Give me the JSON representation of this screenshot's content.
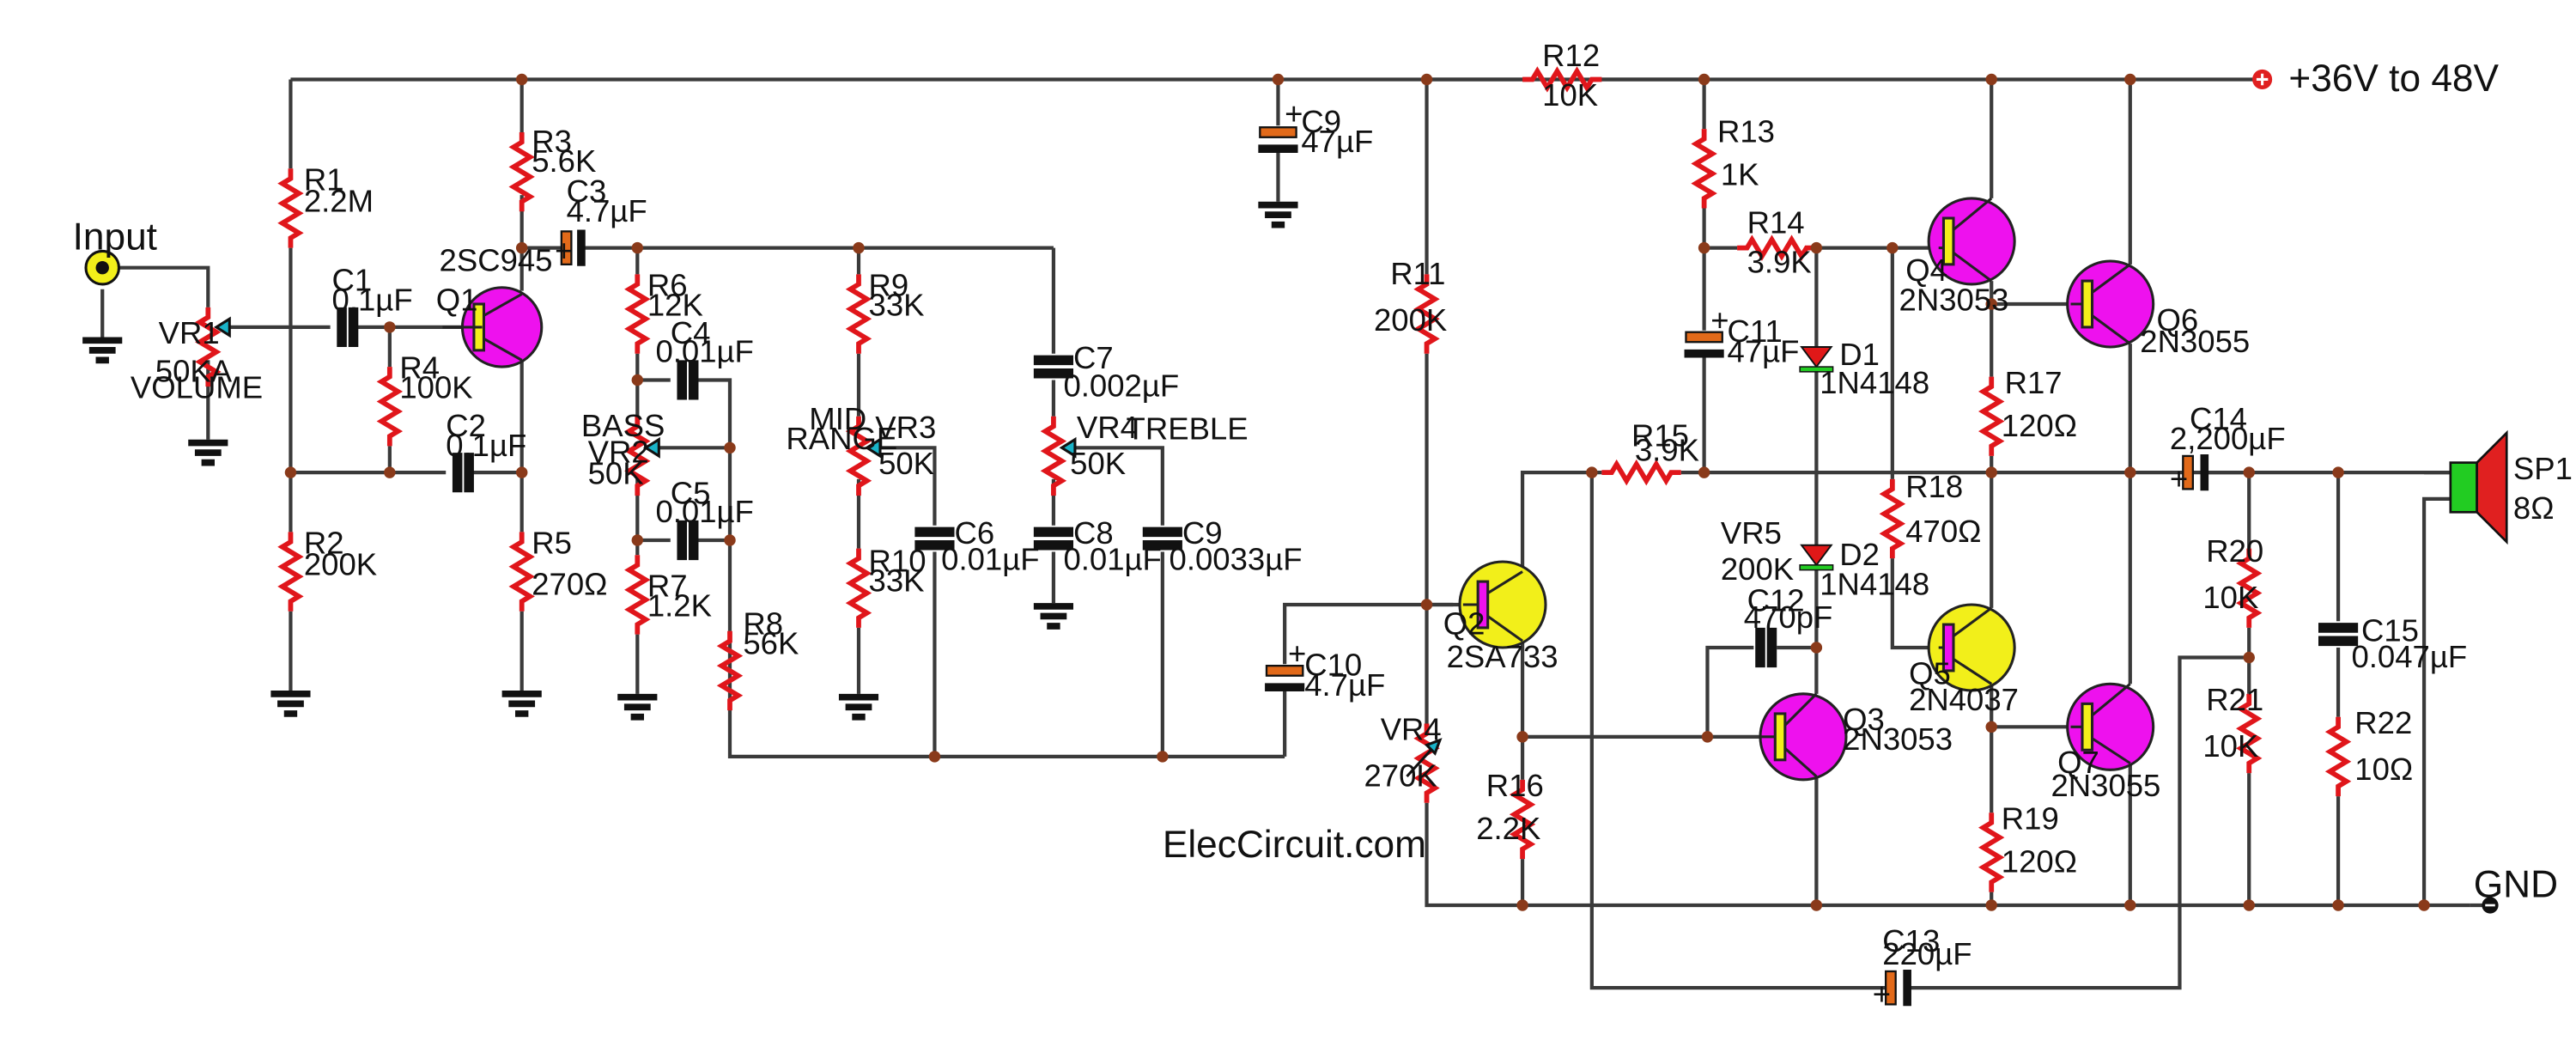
{
  "title": "ElecCircuit.com",
  "supply": {
    "symbol": "+",
    "label": "+36V to 48V"
  },
  "ground_label": "GND",
  "input": {
    "label": "Input"
  },
  "controls": {
    "bass": "BASS",
    "mid": "MID",
    "range": "RANGE",
    "treble": "TREBLE",
    "volume": "VOLUME"
  },
  "resistors": {
    "R1": "R1",
    "R1_val": "2.2M",
    "R2": "R2",
    "R2_val": "200K",
    "R3": "R3",
    "R3_val": "5.6K",
    "R4": "R4",
    "R4_val": "100K",
    "R5": "R5",
    "R5_val": "270Ω",
    "R6": "R6",
    "R6_val": "12K",
    "R7": "R7",
    "R7_val": "1.2K",
    "R8": "R8",
    "R8_val": "56K",
    "R9": "R9",
    "R9_val": "33K",
    "R10": "R10",
    "R10_val": "33K",
    "R11": "R11",
    "R11_val": "200K",
    "R12": "R12",
    "R12_val": "10K",
    "R13": "R13",
    "R13_val": "1K",
    "R14": "R14",
    "R14_val": "3.9K",
    "R15": "R15",
    "R15_val": "3.9K",
    "R16": "R16",
    "R16_val": "2.2K",
    "R17": "R17",
    "R17_val": "120Ω",
    "R18": "R18",
    "R18_val": "470Ω",
    "R19": "R19",
    "R19_val": "120Ω",
    "R20": "R20",
    "R20_val": "10K",
    "R21": "R21",
    "R21_val": "10K",
    "R22": "R22",
    "R22_val": "10Ω"
  },
  "pots": {
    "VR1": "VR1",
    "VR1_val": "50KA",
    "VR2": "VR2",
    "VR2_val": "50K",
    "VR3": "VR3",
    "VR3_val": "50K",
    "VR4a": "VR4",
    "VR4a_val": "50K",
    "VR4b": "VR4",
    "VR4b_val": "270K",
    "VR5": "VR5",
    "VR5_val": "200K"
  },
  "capacitors": {
    "C1": "C1",
    "C1_val": "0.1µF",
    "C2": "C2",
    "C2_val": "0.1µF",
    "C3": "C3",
    "C3_val": "4.7µF",
    "C4": "C4",
    "C4_val": "0.01µF",
    "C5": "C5",
    "C5_val": "0.01µF",
    "C6": "C6",
    "C6_val": "0.01µF",
    "C7": "C7",
    "C7_val": "0.002µF",
    "C8": "C8",
    "C8_val": "0.01µF",
    "C9a": "C9",
    "C9a_val": "47µF",
    "C9b": "C9",
    "C9b_val": "0.0033µF",
    "C10": "C10",
    "C10_val": "4.7µF",
    "C11": "C11",
    "C11_val": "47µF",
    "C12": "C12",
    "C12_val": "470pF",
    "C13": "C13",
    "C13_val": "220µF",
    "C14": "C14",
    "C14_val": "2,200µF",
    "C15": "C15",
    "C15_val": "0.047µF"
  },
  "polarity_mark": "+",
  "transistors": {
    "Q1": "Q1",
    "Q1_part": "2SC945",
    "Q2": "Q2",
    "Q2_part": "2SA733",
    "Q3": "Q3",
    "Q3_part": "2N3053",
    "Q4": "Q4",
    "Q4_part": "2N3053",
    "Q5": "Q5",
    "Q5_part": "2N4037",
    "Q6": "Q6",
    "Q6_part": "2N3055",
    "Q7": "Q7",
    "Q7_part": "2N3055"
  },
  "diodes": {
    "D1": "D1",
    "D1_part": "1N4148",
    "D2": "D2",
    "D2_part": "1N4148"
  },
  "speaker": {
    "ref": "SP1",
    "val": "8Ω"
  },
  "colors": {
    "wire": "#3a3a3a",
    "resistor": "#e0161b",
    "npn_fill": "#ee11ee",
    "pnp_fill": "#f2ef1a",
    "junction": "#8a3a1a",
    "speaker_green": "#22cc22",
    "speaker_red": "#e02020",
    "supply_red": "#e02020"
  }
}
